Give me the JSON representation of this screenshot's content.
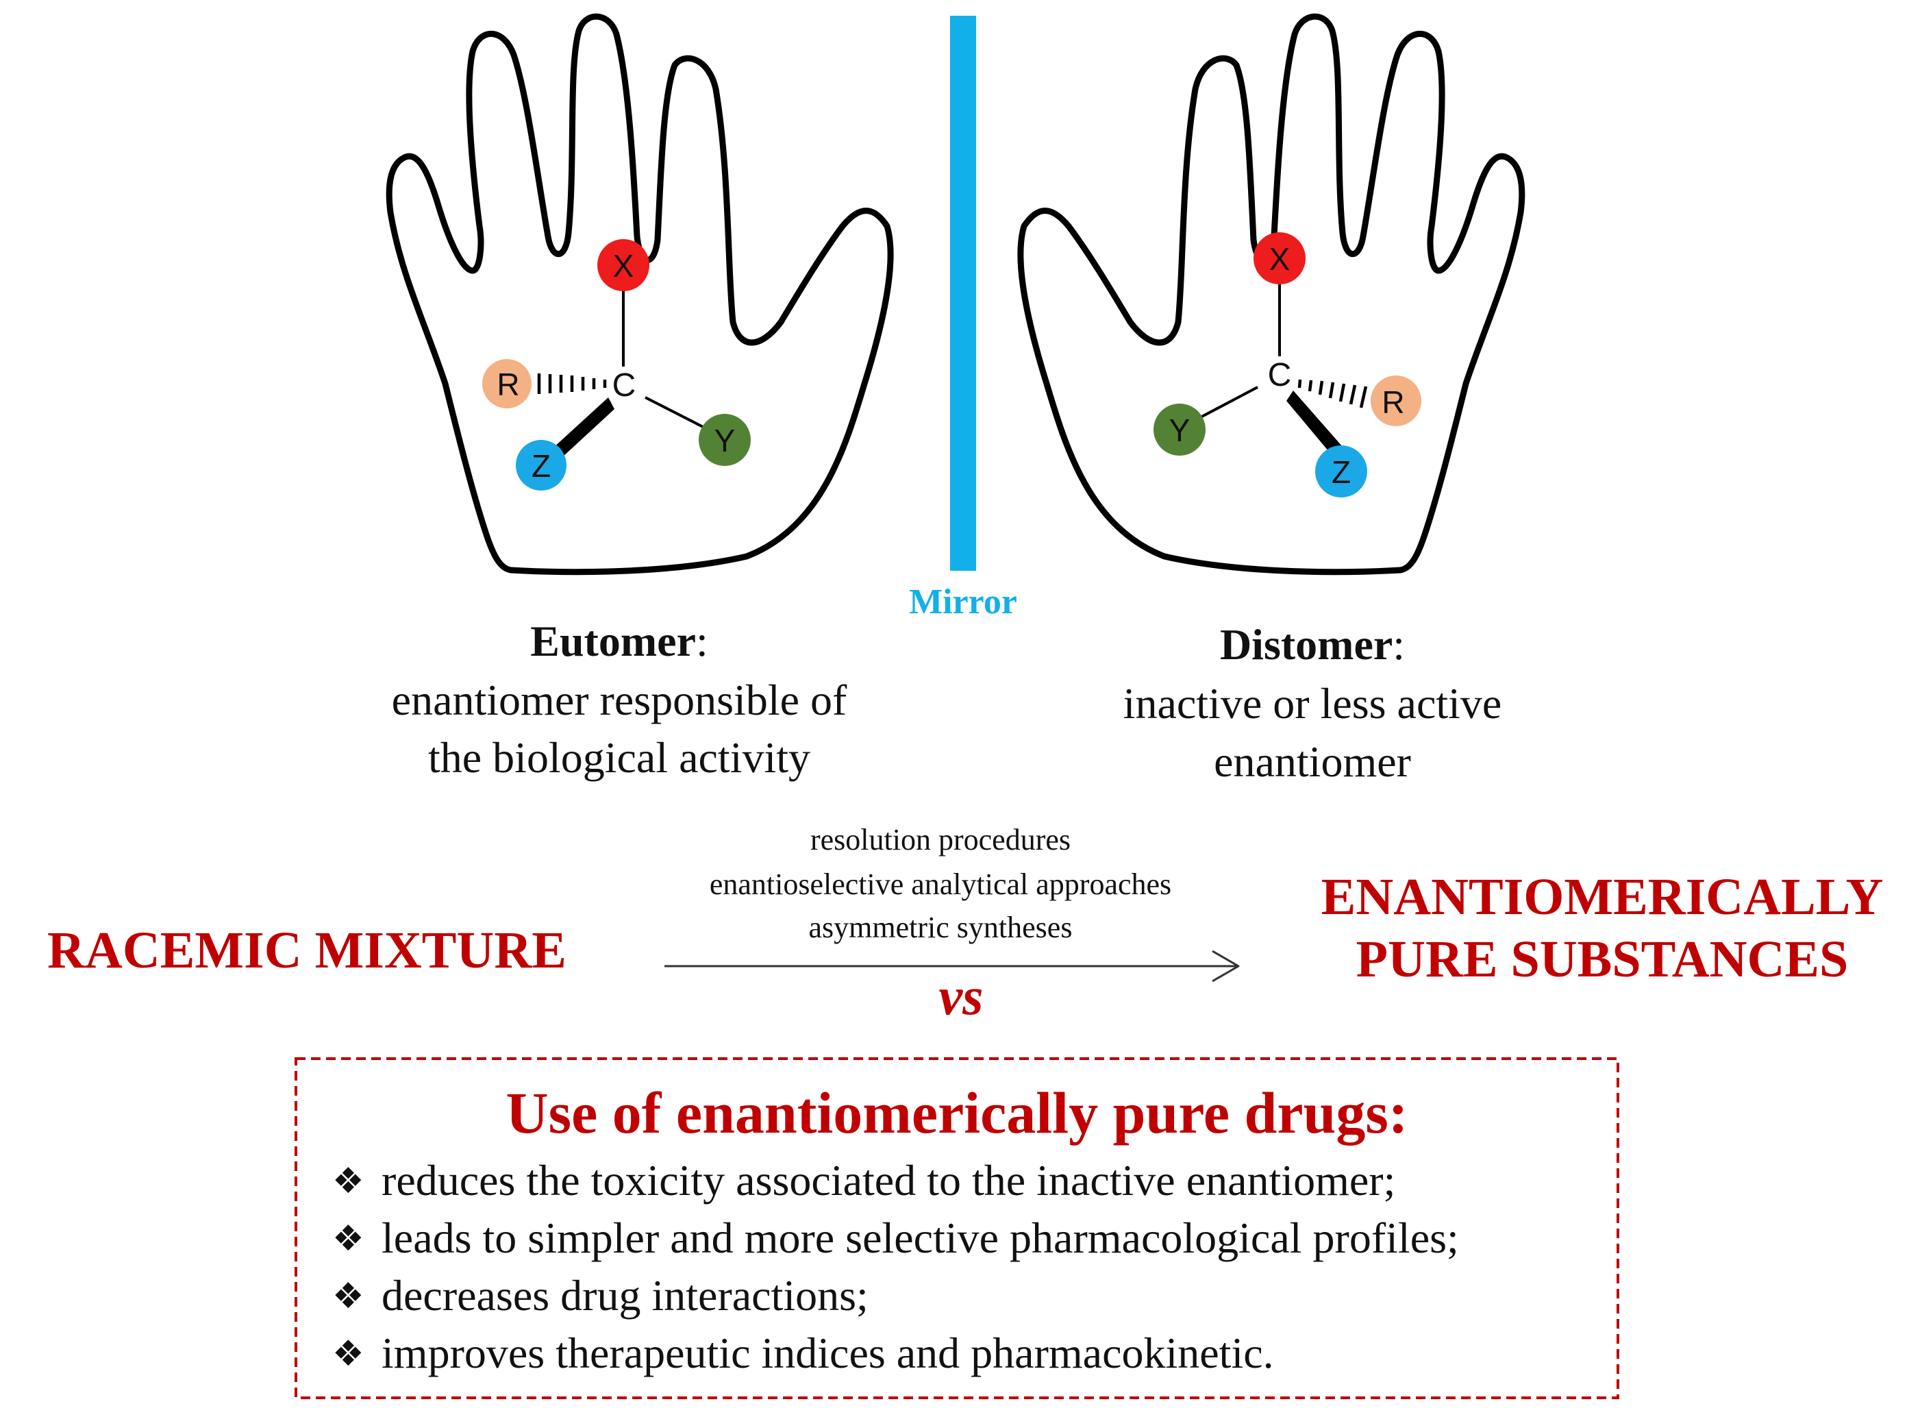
{
  "colors": {
    "mirror": "#12b0ea",
    "accent_red": "#c00000",
    "atom_x": "#ee1c1c",
    "atom_r": "#f4b184",
    "atom_y": "#548235",
    "atom_z": "#1ba8e6"
  },
  "atoms": {
    "center": "C",
    "x": "X",
    "r": "R",
    "y": "Y",
    "z": "Z"
  },
  "mirror": {
    "label": "Mirror"
  },
  "eutomer": {
    "title": "Eutomer",
    "suffix": ":",
    "desc_line1": "enantiomer responsible of",
    "desc_line2": "the biological activity"
  },
  "distomer": {
    "title": "Distomer",
    "suffix": ":",
    "desc_line1": "inactive or less active",
    "desc_line2": "enantiomer"
  },
  "racemic": {
    "label": "RACEMIC MIXTURE"
  },
  "pure": {
    "line1": "ENANTIOMERICALLY",
    "line2": "PURE SUBSTANCES"
  },
  "procedures": [
    "resolution procedures",
    "enantioselective analytical approaches",
    "asymmetric syntheses"
  ],
  "vs": "vs",
  "box": {
    "title": "Use of enantiomerically pure drugs:",
    "bullet_symbol": "❖",
    "bullets": [
      "reduces the toxicity associated to the inactive enantiomer;",
      "leads to simpler and more selective pharmacological profiles;",
      "decreases drug interactions;",
      "improves therapeutic indices and pharmacokinetic."
    ]
  }
}
